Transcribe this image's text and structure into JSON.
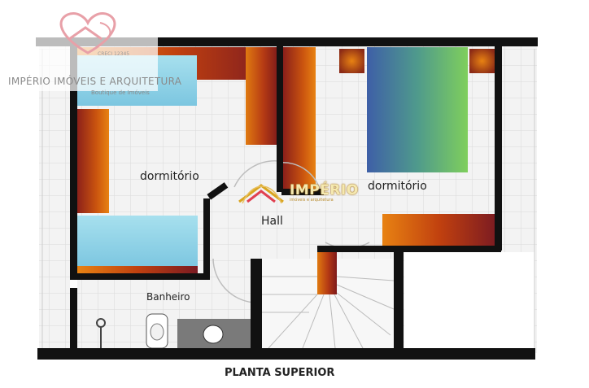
{
  "plan": {
    "rooms": {
      "bedroom_left": "dormitório",
      "bedroom_right": "dormitório",
      "hall": "Hall",
      "bathroom": "Banheiro"
    },
    "caption": "PLANTA SUPERIOR"
  },
  "watermark": {
    "creci": "CRECI 12345",
    "title": "IMPÉRIO IMÓVEIS E ARQUITETURA",
    "tagline": "Boutique de Imóveis"
  },
  "center_logo": {
    "name": "IMPÉRIO",
    "subtitle": "imóveis e arquitetura"
  },
  "colors": {
    "wall": "#111111",
    "floor": "#f1f1f1",
    "tile_line": "#d8d8d8",
    "bed_blue": "#8fd3e8",
    "bed_gradient_start": "#3f5fa8",
    "bed_gradient_end": "#7ccf5a",
    "wardrobe_dark": "#8b1a1a",
    "wardrobe_light": "#e07a10",
    "logo_red": "#e04050",
    "logo_gold": "#d9a520"
  }
}
